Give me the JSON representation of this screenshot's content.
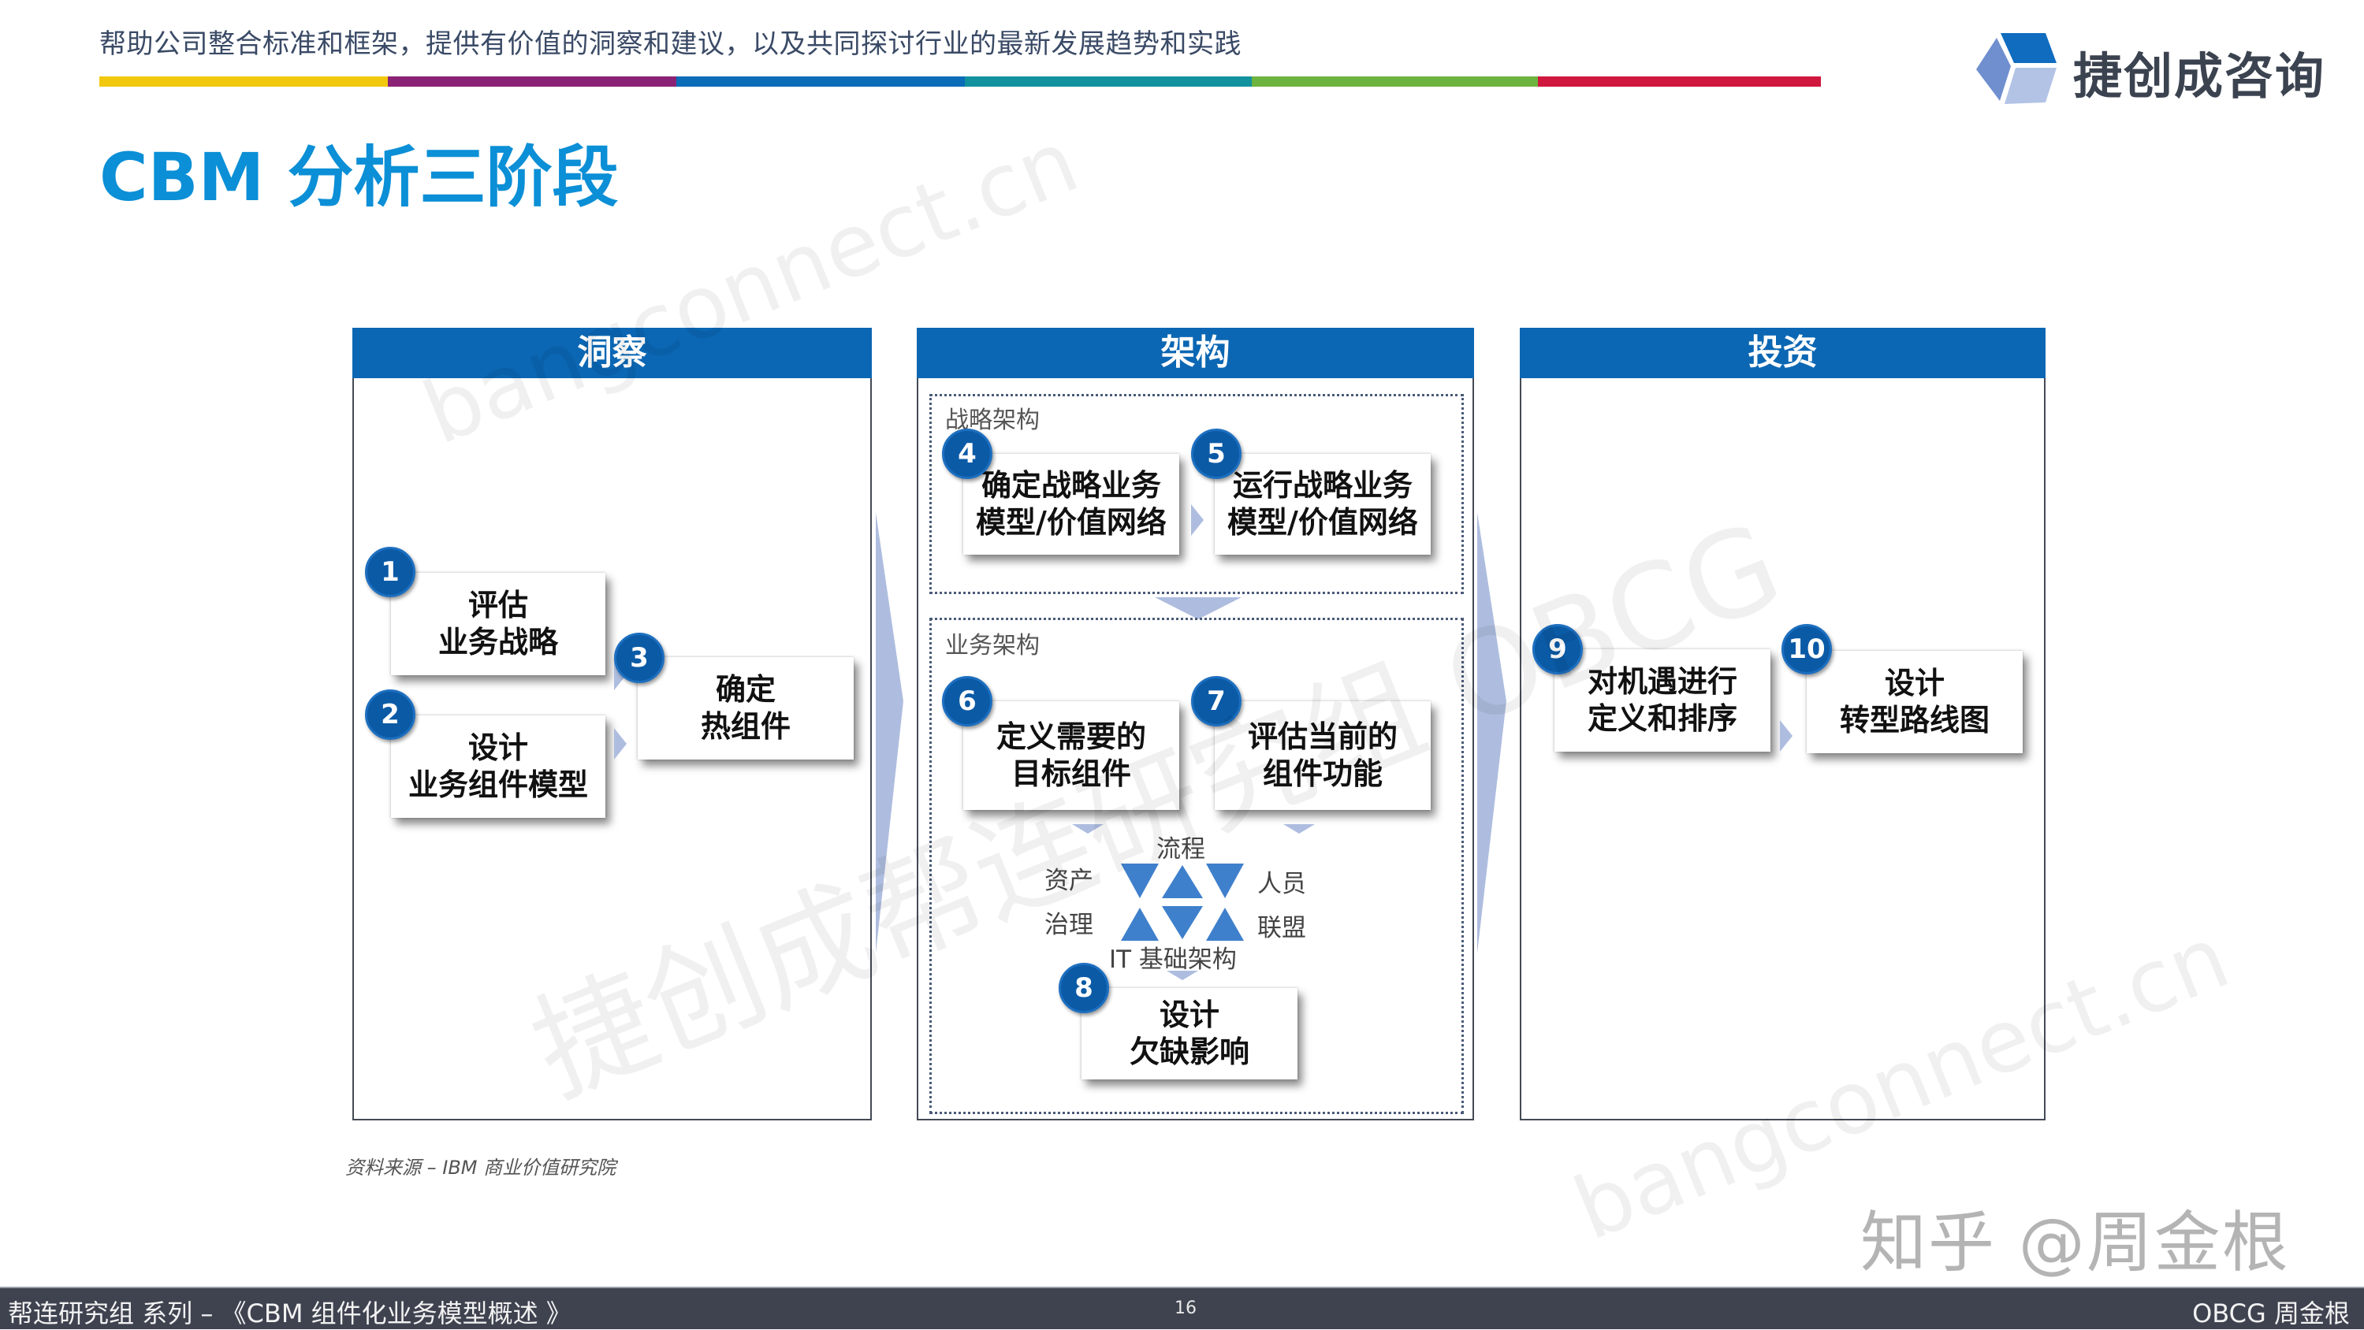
{
  "header": {
    "tagline": "帮助公司整合标准和框架，提供有价值的洞察和建议，以及共同探讨行业的最新发展趋势和实践",
    "color_bar": [
      "#f2c80f",
      "#8a2275",
      "#0b6cb8",
      "#12929f",
      "#6db33f",
      "#d0173f"
    ],
    "logo_text": "捷创成咨询",
    "logo_colors": {
      "top": "#0f6cbf",
      "left": "#6f8fcf",
      "right": "#b2c3e6"
    }
  },
  "page": {
    "title": "CBM 分析三阶段",
    "accent_color": "#0b8fd6",
    "header_color": "#0b67b3",
    "badge_color": "#0b5aa6",
    "arrow_color": "#aebddf"
  },
  "phases": [
    {
      "title": "洞察",
      "steps": [
        {
          "num": "1",
          "text": "评估\n业务战略"
        },
        {
          "num": "2",
          "text": "设计\n业务组件模型"
        },
        {
          "num": "3",
          "text": "确定\n热组件"
        }
      ]
    },
    {
      "title": "架构",
      "groups": [
        {
          "label": "战略架构",
          "steps": [
            {
              "num": "4",
              "text": "确定战略业务\n模型/价值网络"
            },
            {
              "num": "5",
              "text": "运行战略业务\n模型/价值网络"
            }
          ]
        },
        {
          "label": "业务架构",
          "steps": [
            {
              "num": "6",
              "text": "定义需要的\n目标组件"
            },
            {
              "num": "7",
              "text": "评估当前的\n组件功能"
            },
            {
              "num": "8",
              "text": "设计\n欠缺影响"
            }
          ],
          "dimensions": {
            "top": "流程",
            "upper_left": "资产",
            "upper_right": "人员",
            "lower_left": "治理",
            "lower_right": "联盟",
            "bottom": "IT 基础架构"
          }
        }
      ]
    },
    {
      "title": "投资",
      "steps": [
        {
          "num": "9",
          "text": "对机遇进行\n定义和排序"
        },
        {
          "num": "10",
          "text": "设计\n转型路线图"
        }
      ]
    }
  ],
  "source": "资料来源 – IBM 商业价值研究院",
  "watermarks": [
    "bangconnect.cn",
    "捷创成帮连研究组 OBCG",
    "bangconnect.cn"
  ],
  "zhihu_watermark": "知乎 @周金根",
  "footer": {
    "left": "帮连研究组 系列 – 《CBM 组件化业务模型概述 》",
    "page_number": "16",
    "right": "OBCG 周金根"
  }
}
